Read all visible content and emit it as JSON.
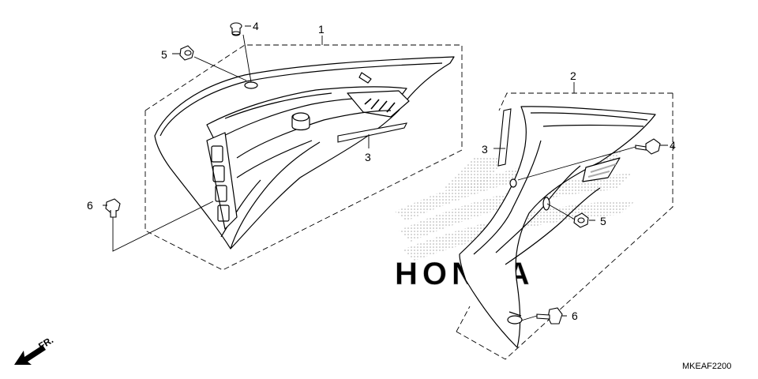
{
  "callouts": [
    {
      "id": "c1",
      "text": "1"
    },
    {
      "id": "c2",
      "text": "2"
    },
    {
      "id": "c3a",
      "text": "3"
    },
    {
      "id": "c3b",
      "text": "3"
    },
    {
      "id": "c4a",
      "text": "4"
    },
    {
      "id": "c4b",
      "text": "4"
    },
    {
      "id": "c5a",
      "text": "5"
    },
    {
      "id": "c5b",
      "text": "5"
    },
    {
      "id": "c6a",
      "text": "6"
    },
    {
      "id": "c6b",
      "text": "6"
    }
  ],
  "direction_label": "FR.",
  "diagram_code": "MKEAF2200",
  "watermark_text": "HONDA",
  "colors": {
    "line": "#000000",
    "watermark": "#b0b0b0",
    "background": "#ffffff"
  }
}
